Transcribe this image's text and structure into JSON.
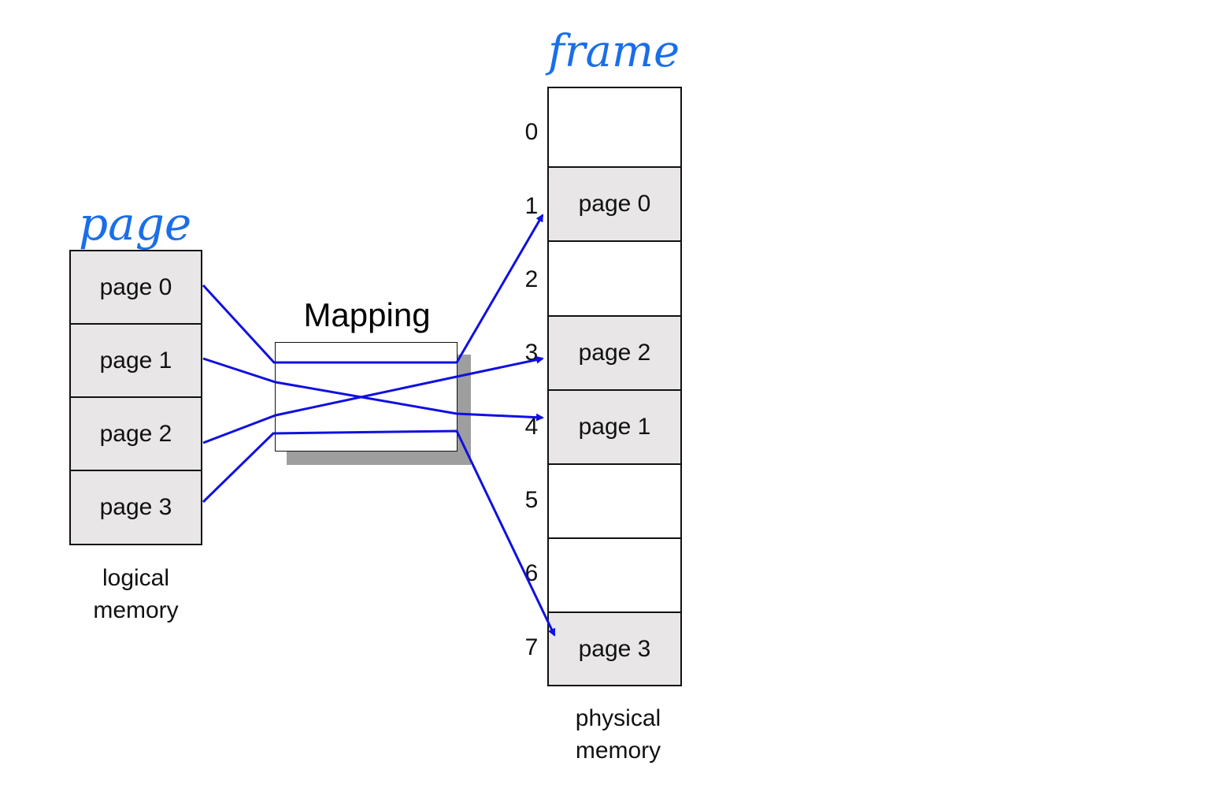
{
  "annotations": {
    "page_label": "page",
    "frame_label": "frame"
  },
  "logical_memory": {
    "caption_line1": "logical",
    "caption_line2": "memory",
    "pages": [
      "page 0",
      "page 1",
      "page 2",
      "page 3"
    ]
  },
  "mapping": {
    "title": "Mapping"
  },
  "physical_memory": {
    "caption_line1": "physical",
    "caption_line2": "memory",
    "frames": [
      {
        "number": "0",
        "content": ""
      },
      {
        "number": "1",
        "content": "page 0"
      },
      {
        "number": "2",
        "content": ""
      },
      {
        "number": "3",
        "content": "page 2"
      },
      {
        "number": "4",
        "content": "page 1"
      },
      {
        "number": "5",
        "content": ""
      },
      {
        "number": "6",
        "content": ""
      },
      {
        "number": "7",
        "content": "page 3"
      }
    ]
  },
  "page_to_frame": [
    {
      "page": 0,
      "frame": 1
    },
    {
      "page": 1,
      "frame": 4
    },
    {
      "page": 2,
      "frame": 3
    },
    {
      "page": 3,
      "frame": 7
    }
  ],
  "colors": {
    "arrow": "#1010e0",
    "handwriting": "#1a6ee8",
    "cell_fill": "#e8e6e6",
    "shadow": "#9e9e9e"
  }
}
